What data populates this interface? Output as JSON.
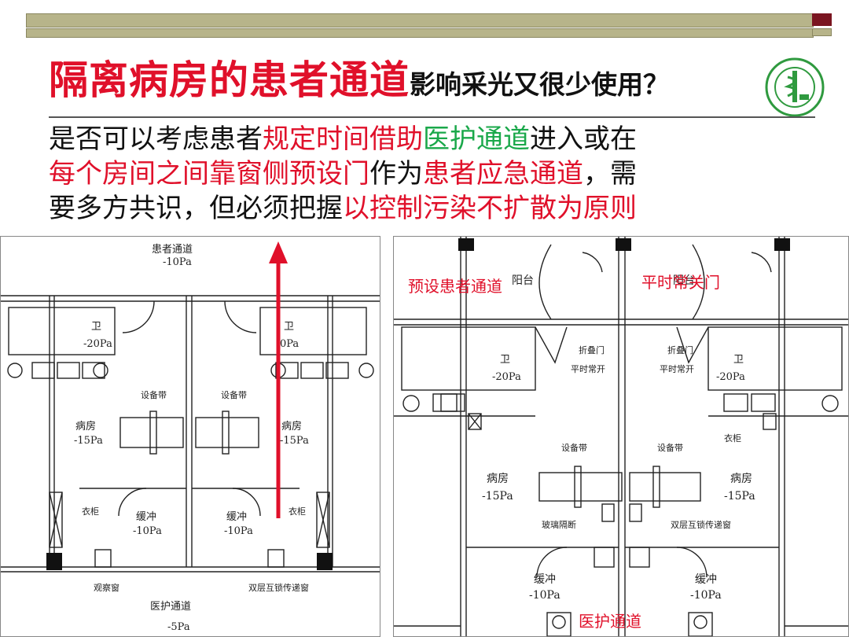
{
  "title": {
    "main": "隔离病房的患者通道",
    "sub": "影响采光又很少使用？"
  },
  "body": {
    "line1": {
      "a": "是否可以考虑患者",
      "b": "规定时间借助",
      "c": "医护通道",
      "d": "进入或在"
    },
    "line2": {
      "a": "每个房间之间靠窗侧预设门",
      "b": "作为",
      "c": "患者应急通道",
      "d": "，需"
    },
    "line3": {
      "a": "要多方共识，但必须把握",
      "b": "以控制污染不扩散为原则"
    }
  },
  "left_plan": {
    "patient_corridor": "患者通道",
    "patient_corridor_pa": "-10Pa",
    "toilet": "卫",
    "toilet_pa": "-20Pa",
    "toilet_pa_cut": "0Pa",
    "equip_band": "设备带",
    "ward": "病房",
    "ward_pa": "-15Pa",
    "closet": "衣柜",
    "buffer": "缓冲",
    "buffer_pa": "-10Pa",
    "obs_window": "观察窗",
    "pass_window": "双层互锁传递窗",
    "medical_corridor": "医护通道",
    "medical_corridor_pa": "-5Pa"
  },
  "right_plan": {
    "preset_label": "预设患者通道",
    "balcony": "阳台",
    "normally_closed": "平时常关门",
    "fold_door": "折叠门",
    "normally_open": "平时常开",
    "toilet": "卫",
    "toilet_pa": "-20Pa",
    "equip_band": "设备带",
    "ward": "病房",
    "ward_pa": "-15Pa",
    "closet": "衣柜",
    "glass_partition": "玻璃隔断",
    "pass_window": "双层互锁传递窗",
    "buffer": "缓冲",
    "buffer_pa": "-10Pa",
    "medical_corridor": "医护通道"
  },
  "colors": {
    "top_bar": "#b7b48a",
    "accent_square": "#7a1520",
    "title_red": "#e0102a",
    "green": "#1aa84a",
    "arrow": "#e0102a"
  }
}
